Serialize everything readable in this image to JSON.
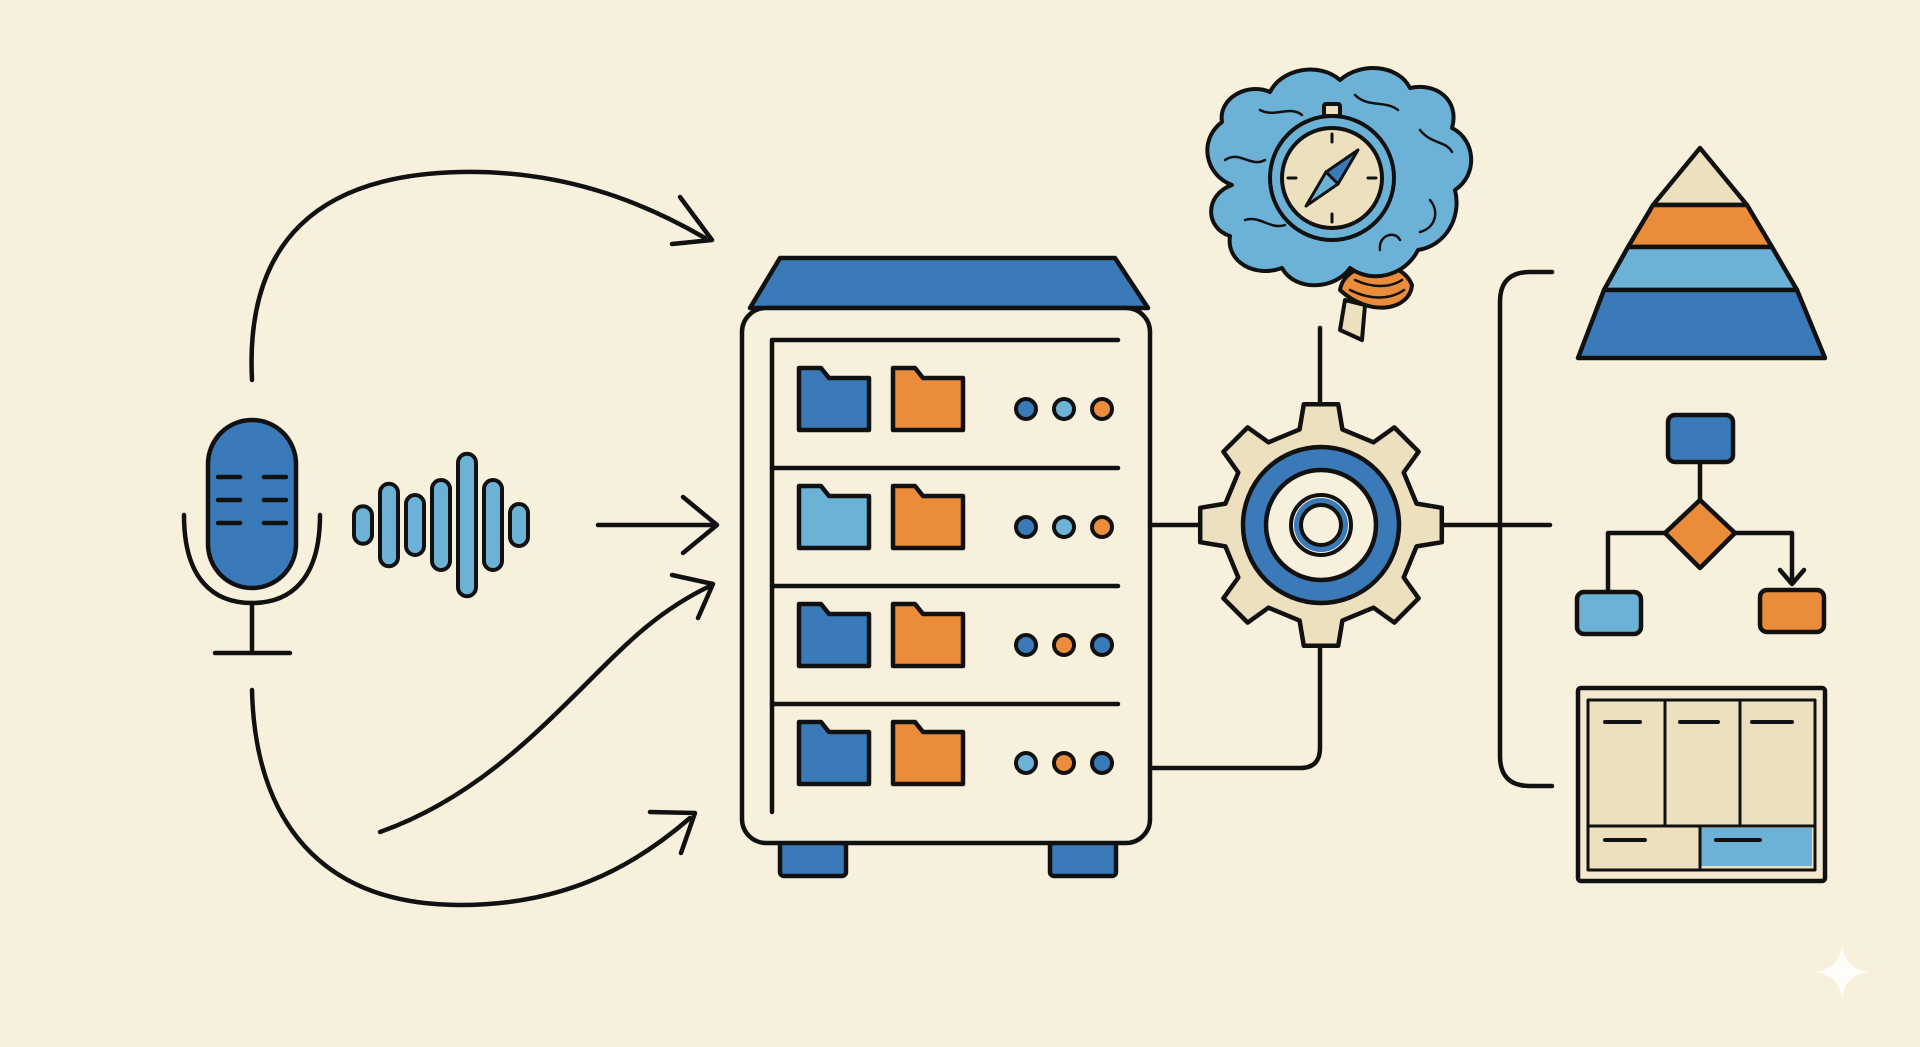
{
  "colors": {
    "background": "#f7f0dc",
    "outline": "#111111",
    "blue_dark": "#3a7ab8",
    "blue_light": "#6cb2d6",
    "orange": "#ea8c3a",
    "cream": "#ece0be",
    "panel_light": "#f3e9cf",
    "sparkle": "#ffffff"
  },
  "flow": {
    "input": "microphone-icon",
    "signal": "sound-wave-icon",
    "storage": "server-rack-icon",
    "processing": "gear-icon",
    "guidance": "brain-compass-icon",
    "outputs": [
      "pyramid-chart-icon",
      "flowchart-icon",
      "table-layout-icon"
    ]
  },
  "server": {
    "rows": [
      {
        "folder_left": "blue_dark",
        "folder_right": "orange",
        "leds": [
          "blue_dark",
          "blue_light",
          "orange"
        ]
      },
      {
        "folder_left": "blue_light",
        "folder_right": "orange",
        "leds": [
          "blue_dark",
          "blue_light",
          "orange"
        ]
      },
      {
        "folder_left": "blue_dark",
        "folder_right": "orange",
        "leds": [
          "blue_dark",
          "orange",
          "blue_dark"
        ]
      },
      {
        "folder_left": "blue_dark",
        "folder_right": "orange",
        "leds": [
          "blue_light",
          "orange",
          "blue_dark"
        ]
      }
    ]
  },
  "sound_wave": {
    "bar_levels": [
      0.25,
      0.55,
      0.4,
      0.6,
      0.95,
      0.6,
      0.28
    ]
  },
  "pyramid": {
    "tiers": [
      "cream",
      "orange",
      "blue_light",
      "blue_dark"
    ]
  }
}
